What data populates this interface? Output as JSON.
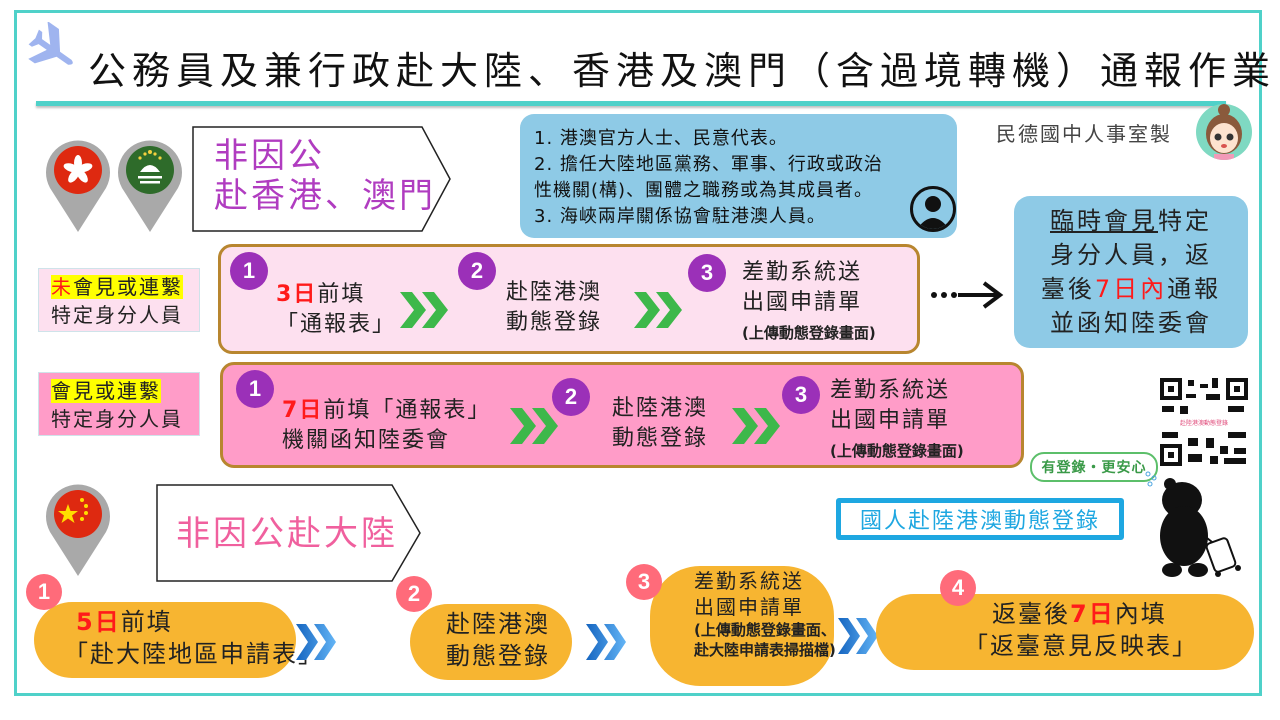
{
  "header": {
    "title": "公務員及兼行政赴大陸、香港及澳門（含過境轉機）通報作業",
    "maker": "民德國中人事室製"
  },
  "hk_macau": {
    "heading_line1": "非因公",
    "heading_line2": "赴香港、澳門",
    "info": {
      "line1": "1. 港澳官方人士、民意代表。",
      "line2": "2. 擔任大陸地區黨務、軍事、行政或政治",
      "line3": "性機關(構)、團體之職務或為其成員者。",
      "line4": "3. 海峽兩岸關係協會駐港澳人員。"
    },
    "row_not_met": {
      "label_highlight_red": "未",
      "label_highlight_rest": "會見或連繫",
      "label_line2": "特定身分人員",
      "steps": [
        {
          "num": "1",
          "red": "3日",
          "line1": "前填",
          "line2": "「通報表」"
        },
        {
          "num": "2",
          "line1": "赴陸港澳",
          "line2": "動態登錄"
        },
        {
          "num": "3",
          "line1": "差勤系統送",
          "line2": "出國申請單",
          "note": "(上傳動態登錄畫面)"
        }
      ]
    },
    "row_met": {
      "label_highlight": "會見或連繫",
      "label_line2": "特定身分人員",
      "steps": [
        {
          "num": "1",
          "red": "7日",
          "line1": "前填「通報表」",
          "line2": "機關函知陸委會"
        },
        {
          "num": "2",
          "line1": "赴陸港澳",
          "line2": "動態登錄"
        },
        {
          "num": "3",
          "line1": "差勤系統送",
          "line2": "出國申請單",
          "note": "(上傳動態登錄畫面)"
        }
      ]
    },
    "temporary": {
      "underlined": "臨時會見",
      "line1_rest": "特定",
      "line2": "身分人員，返",
      "line3_pre": "臺後",
      "line3_red": "7日內",
      "line3_post": "通報",
      "line4": "並函知陸委會"
    }
  },
  "registration": {
    "bubble": "有登錄・更安心",
    "button": "國人赴陸港澳動態登錄",
    "qr_caption": "赴陸港澳動態登錄"
  },
  "mainland": {
    "heading": "非因公赴大陸",
    "steps": [
      {
        "num": "1",
        "red": "5日",
        "line1": "前填",
        "line2": "「赴大陸地區申請表」"
      },
      {
        "num": "2",
        "line1": "赴陸港澳",
        "line2": "動態登錄"
      },
      {
        "num": "3",
        "line1": "差勤系統送",
        "line2": "出國申請單",
        "note1": "(上傳動態登錄畫面、",
        "note2": "赴大陸申請表掃描檔)"
      },
      {
        "num": "4",
        "pre": "返臺後",
        "red": "7日",
        "line1": "內填",
        "line2": "「返臺意見反映表」"
      }
    ]
  },
  "colors": {
    "frame": "#4fd1c9",
    "purple_badge": "#9b30b8",
    "pink_badge": "#ff6b7a",
    "light_pink_row": "#fde0ef",
    "pink_row": "#ff9cc8",
    "info_blue": "#8ecae6",
    "pill_orange": "#f7b531",
    "green_chevron": "#3db84a",
    "blue_chevron": "#1e88e5",
    "heading_purple": "#b03cc0",
    "heading_pink": "#f0609e"
  }
}
